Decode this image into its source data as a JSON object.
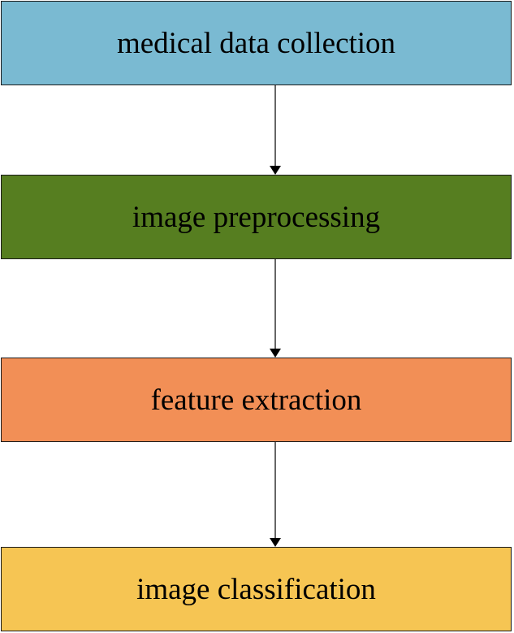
{
  "flowchart": {
    "steps": [
      {
        "label": "medical data collection",
        "color": "#7ABAD2"
      },
      {
        "label": "image preprocessing",
        "color": "#567E20"
      },
      {
        "label": "feature extraction",
        "color": "#F28F56"
      },
      {
        "label": "image classification",
        "color": "#F6C553"
      }
    ]
  }
}
